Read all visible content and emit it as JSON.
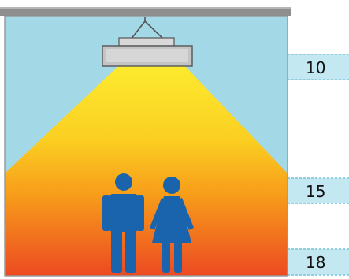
{
  "heater": {
    "icon": "ceiling-infrared-heater-icon"
  },
  "people": {
    "icons": [
      "man-icon",
      "woman-icon"
    ]
  },
  "scale": {
    "labels": [
      "10",
      "15",
      "18"
    ]
  },
  "colors": {
    "ceiling": "#8e8e8e",
    "room_air": "#a3d9e6",
    "heat_top": "#fcea2e",
    "heat_mid": "#f7a81a",
    "heat_bottom": "#ec4a22",
    "people": "#1a64ad",
    "tag": "#c3e8f1",
    "tag_border": "#8fd0e0"
  }
}
